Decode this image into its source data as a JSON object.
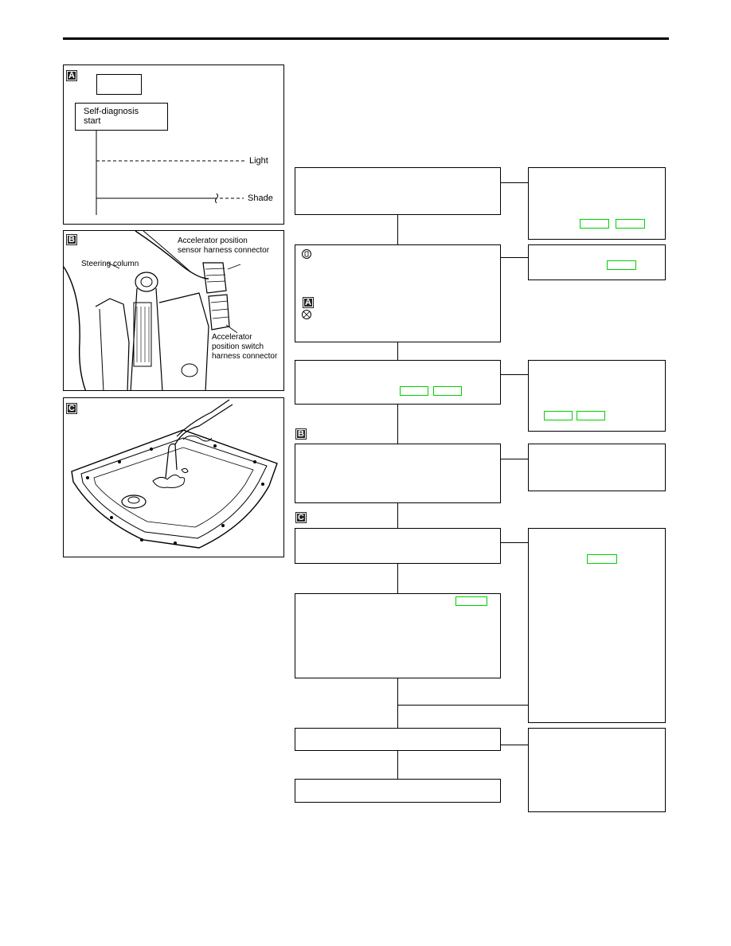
{
  "panel_a": {
    "tag": "A",
    "box_text_line1": "Self-diagnosis",
    "box_text_line2": "start",
    "light_label": "Light",
    "shade_label": "Shade"
  },
  "panel_b": {
    "tag": "B",
    "steering_label": "Steering column",
    "sensor_label_line1": "Accelerator position",
    "sensor_label_line2": "sensor harness connector",
    "switch_label_line1": "Accelerator",
    "switch_label_line2": "position switch",
    "switch_label_line3": "harness connector"
  },
  "panel_c": {
    "tag": "C"
  },
  "flow": {
    "tag_a": "A",
    "tag_b": "B",
    "tag_c": "C",
    "symbol_on": "ON",
    "symbol_off": "OFF"
  }
}
